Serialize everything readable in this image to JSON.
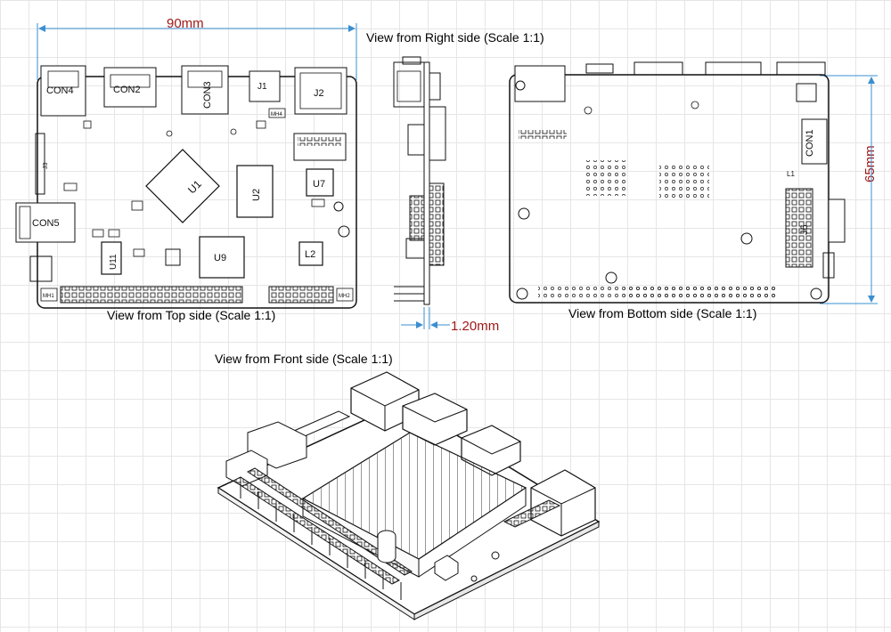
{
  "views": {
    "right_title": "View from Right side (Scale 1:1)",
    "top_title": "View from Top side (Scale 1:1)",
    "bottom_title": "View from Bottom side (Scale 1:1)",
    "front_title": "View from Front side (Scale 1:1)"
  },
  "dimensions": {
    "width": "90mm",
    "height": "65mm",
    "thickness": "1.20mm"
  },
  "top_components": {
    "con4": "CON4",
    "con2": "CON2",
    "con3": "CON3",
    "j1": "J1",
    "j2": "J2",
    "u1": "U1",
    "u2": "U2",
    "u7": "U7",
    "u9": "U9",
    "u11": "U11",
    "l2": "L2",
    "con5": "CON5",
    "j3": "J3",
    "mh1": "MH1",
    "mh2": "MH2",
    "mh4": "MH4"
  },
  "bottom_components": {
    "con1": "CON1",
    "j6": "J6",
    "l1": "L1"
  },
  "colors": {
    "dimension": "#a01818",
    "dimension_line": "#3a8fd0",
    "board_line": "#111111"
  }
}
